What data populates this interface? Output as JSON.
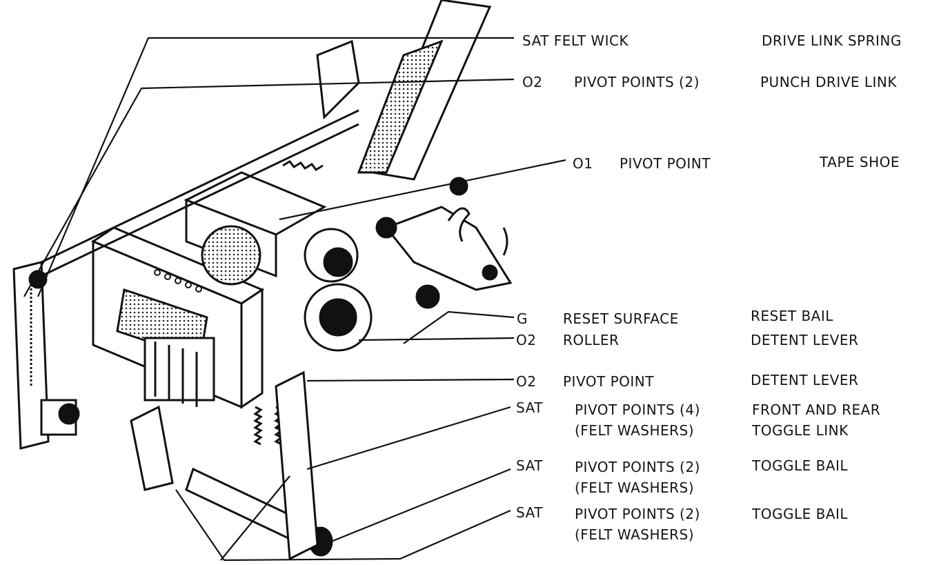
{
  "labels": {
    "sat_felt_wick": "SAT FELT WICK",
    "drive_link_spring": "DRIVE LINK SPRING",
    "o2_top": "O2",
    "pivot_points_2_top": "PIVOT POINTS (2)",
    "punch_drive_link": "PUNCH DRIVE LINK",
    "o1": "O1",
    "pivot_point_o1": "PIVOT POINT",
    "tape_shoe": "TAPE SHOE",
    "g": "G",
    "reset_surface": "RESET SURFACE",
    "reset_bail": "RESET BAIL",
    "o2_roller": "O2",
    "roller": "ROLLER",
    "detent_lever_1": "DETENT LEVER",
    "o2_pivot": "O2",
    "pivot_point_o2": "PIVOT POINT",
    "detent_lever_2": "DETENT LEVER",
    "sat_1": "SAT",
    "pivot_points_4": "PIVOT POINTS (4)",
    "felt_washers_1": "(FELT WASHERS)",
    "front_and_rear": "FRONT AND REAR",
    "toggle_link": "TOGGLE LINK",
    "sat_2": "SAT",
    "pivot_points_2_a": "PIVOT POINTS (2)",
    "felt_washers_2": "(FELT WASHERS)",
    "toggle_bail_1": "TOGGLE BAIL",
    "sat_3": "SAT",
    "pivot_points_2_b": "PIVOT POINTS (2)",
    "felt_washers_3": "(FELT WASHERS)",
    "toggle_bail_2": "TOGGLE BAIL"
  }
}
